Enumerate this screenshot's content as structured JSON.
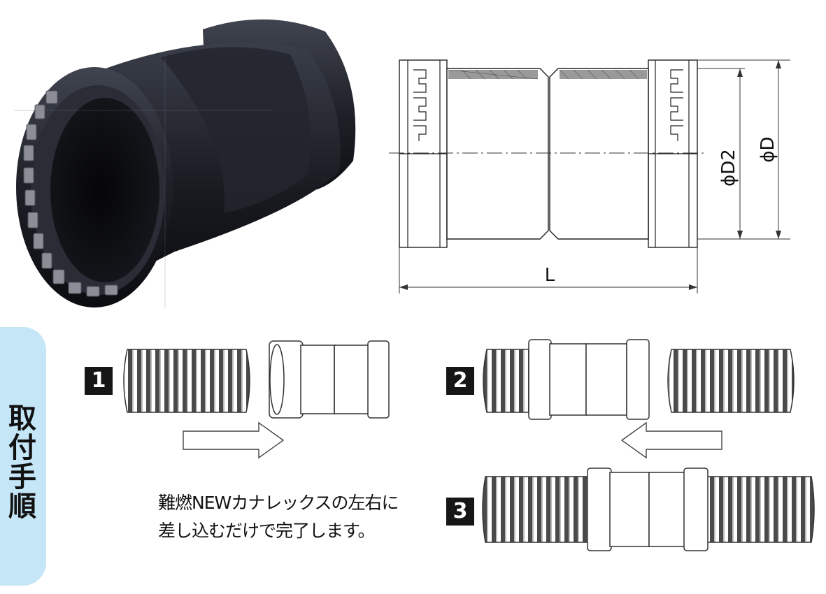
{
  "product_photo": {
    "alt_name": "black pipe coupling"
  },
  "drawing": {
    "dim_outer_diameter": "ϕD",
    "dim_inner_diameter": "ϕD2",
    "dim_length": "L"
  },
  "sidebar": {
    "title_chars": [
      "取",
      "付",
      "手",
      "順"
    ]
  },
  "steps": [
    {
      "number": "1"
    },
    {
      "number": "2"
    },
    {
      "number": "3"
    }
  ],
  "instruction": {
    "line1": "難燃NEWカナレックスの左右に",
    "line2": "差し込むだけで完了します。"
  },
  "colors": {
    "sidebar_bg": "#c5e6f7",
    "badge_bg": "#161616",
    "product_body": "#1b1d24"
  }
}
